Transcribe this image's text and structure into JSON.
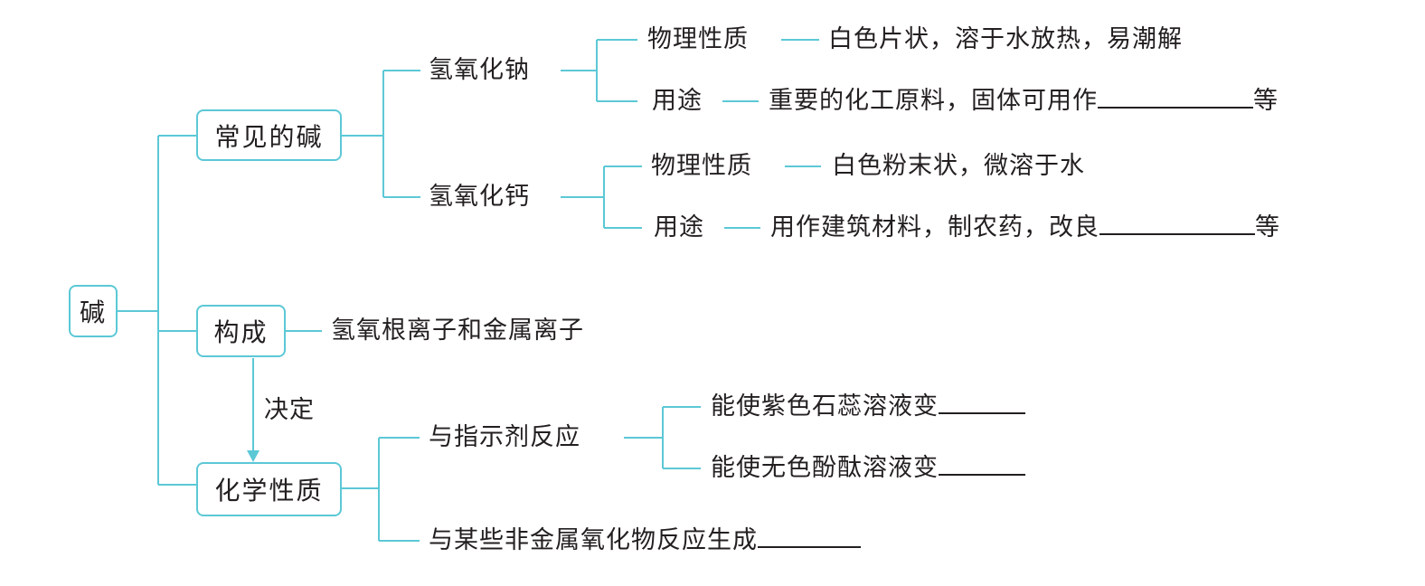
{
  "root": "碱",
  "common_bases": {
    "label": "常见的碱",
    "naoh": {
      "label": "氢氧化钠",
      "phys_label": "物理性质",
      "phys_text": "白色片状，溶于水放热，易潮解",
      "use_label": "用途",
      "use_text": "重要的化工原料，固体可用作",
      "use_suffix": "等"
    },
    "caoh2": {
      "label": "氢氧化钙",
      "phys_label": "物理性质",
      "phys_text": "白色粉末状，微溶于水",
      "use_label": "用途",
      "use_text": "用作建筑材料，制农药，改良",
      "use_suffix": "等"
    }
  },
  "composition": {
    "label": "构成",
    "text": "氢氧根离子和金属离子"
  },
  "determines": "决定",
  "chemical_properties": {
    "label": "化学性质",
    "indicator": {
      "label": "与指示剂反应",
      "litmus": "能使紫色石蕊溶液变",
      "phenolphthalein": "能使无色酚酞溶液变"
    },
    "nonmetal_oxide": "与某些非金属氧化物反应生成"
  },
  "colors": {
    "line": "#5cc8d6",
    "text": "#231f20"
  }
}
